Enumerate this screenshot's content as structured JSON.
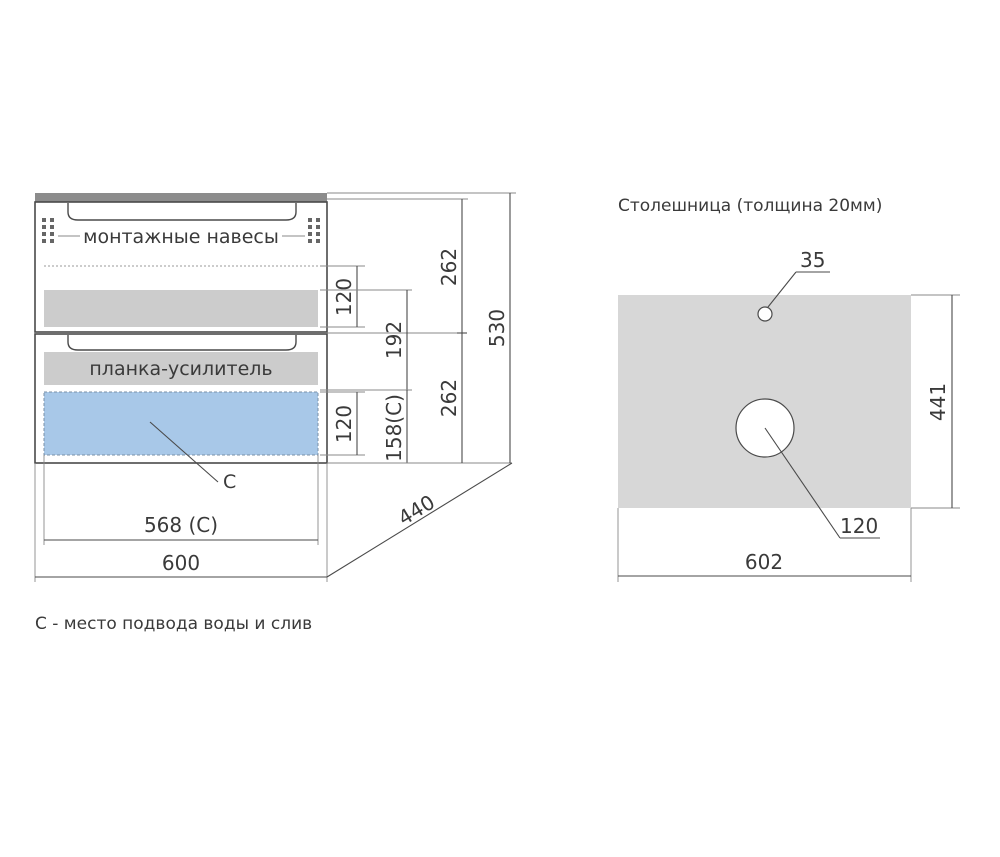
{
  "colors": {
    "line": "#4a4a4a",
    "top_strip": "#8c8c8c",
    "drawer_gray": "#cccccc",
    "utility_zone": "#a8c8e8",
    "countertop": "#d7d7d7",
    "text": "#3a3a3a"
  },
  "cabinet": {
    "label_hinges": "монтажные навесы",
    "label_bar": "планка-усилитель",
    "label_c": "C",
    "dims": {
      "drawer_zone_1": "120",
      "drawer_zone_2": "120",
      "drawer_height_top": "262",
      "drawer_height_bottom": "262",
      "total_height": "530",
      "mid_gap": "192",
      "utility_height": "158(C)",
      "utility_width": "568 (C)",
      "total_width": "600",
      "depth": "440"
    }
  },
  "countertop": {
    "caption": "Столешница (толщина 20мм)",
    "small_hole": "35",
    "large_hole": "120",
    "depth": "441",
    "width": "602"
  },
  "note": "С - место подвода воды и слив"
}
